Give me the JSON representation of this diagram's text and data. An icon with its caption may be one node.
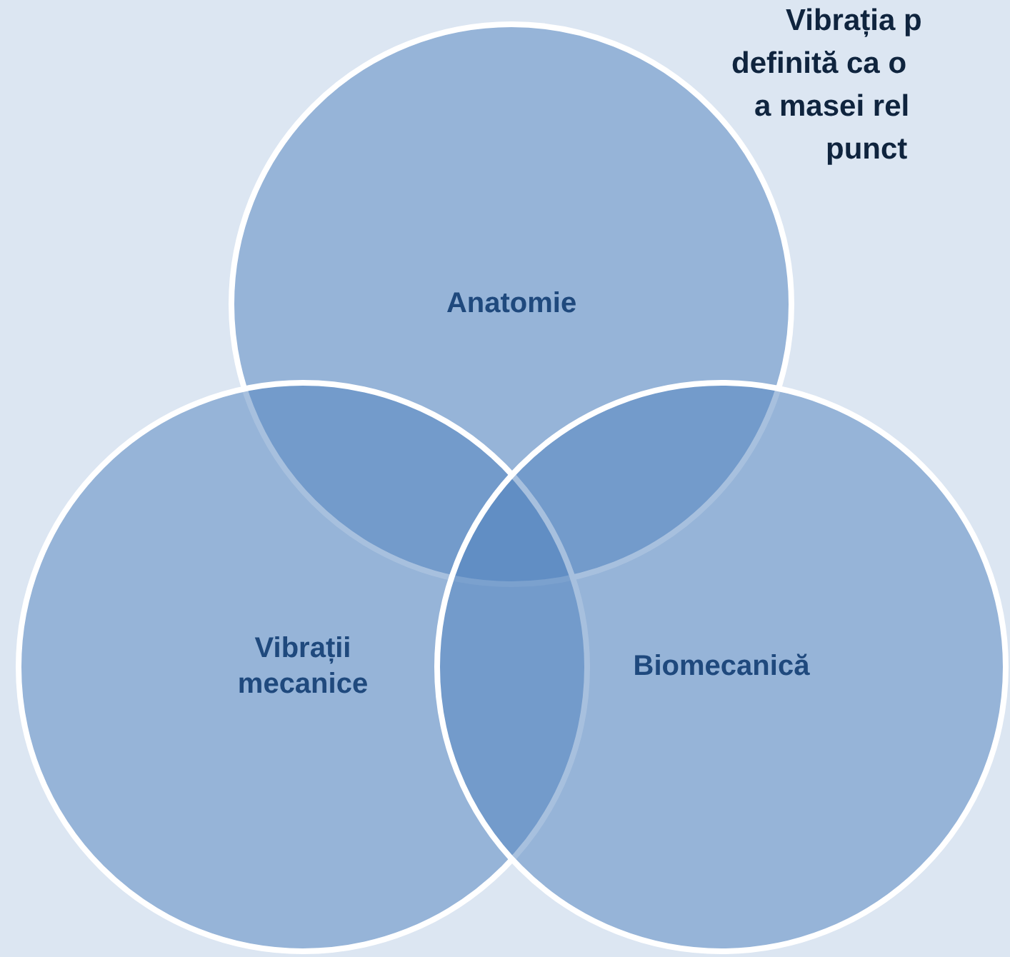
{
  "diagram": {
    "nodes": [
      {
        "text": [
          "Anatomie"
        ]
      },
      {
        "text": [
          "Vibrații mecanice"
        ]
      },
      {
        "text": [
          "Biomecanică"
        ]
      }
    ],
    "labels": [
      "Vibrația p",
      "definită ca o",
      "a masei rel",
      "punct"
    ]
  }
}
